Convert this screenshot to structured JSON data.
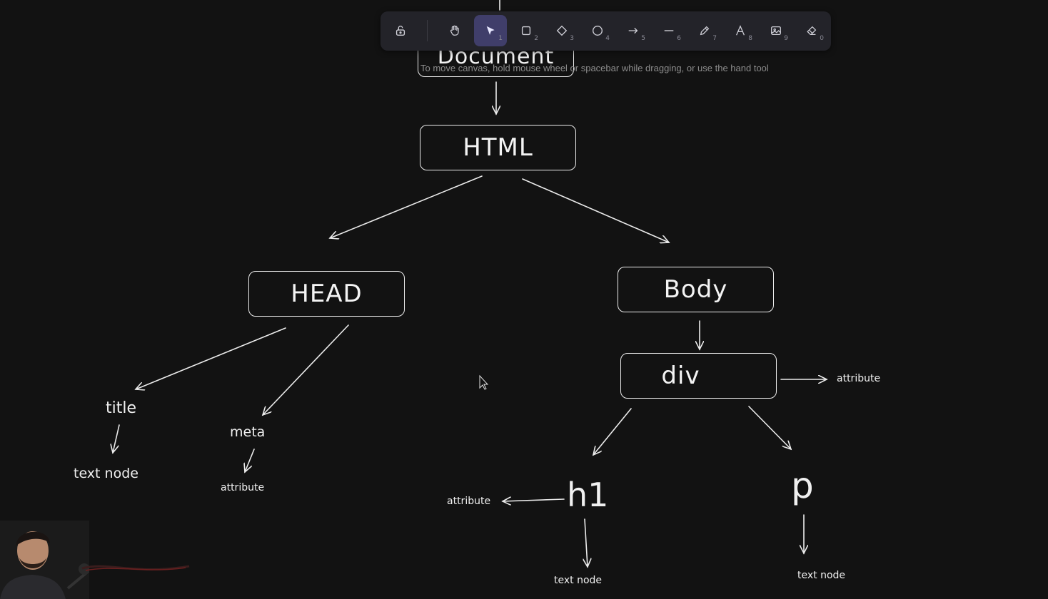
{
  "canvas": {
    "hint": "To move canvas, hold mouse wheel or spacebar while dragging, or use the hand tool",
    "nodes": {
      "document": "Document",
      "html": "HTML",
      "head": "HEAD",
      "body": "Body",
      "div": "div",
      "title": "title",
      "meta": "meta",
      "h1": "h1",
      "p": "p",
      "title_text_node": "text node",
      "meta_attribute": "attribute",
      "div_attribute": "attribute",
      "h1_attribute": "attribute",
      "h1_text_node": "text node",
      "p_text_node": "text node"
    }
  },
  "toolbar": {
    "tools": [
      {
        "name": "lock",
        "key": ""
      },
      {
        "name": "hand",
        "key": ""
      },
      {
        "name": "selection",
        "key": "1",
        "active": true
      },
      {
        "name": "rectangle",
        "key": "2"
      },
      {
        "name": "diamond",
        "key": "3"
      },
      {
        "name": "ellipse",
        "key": "4"
      },
      {
        "name": "arrow",
        "key": "5"
      },
      {
        "name": "line",
        "key": "6"
      },
      {
        "name": "draw",
        "key": "7"
      },
      {
        "name": "text",
        "key": "8"
      },
      {
        "name": "image",
        "key": "9"
      },
      {
        "name": "eraser",
        "key": "0"
      }
    ],
    "accent_color": "#403e6a"
  }
}
